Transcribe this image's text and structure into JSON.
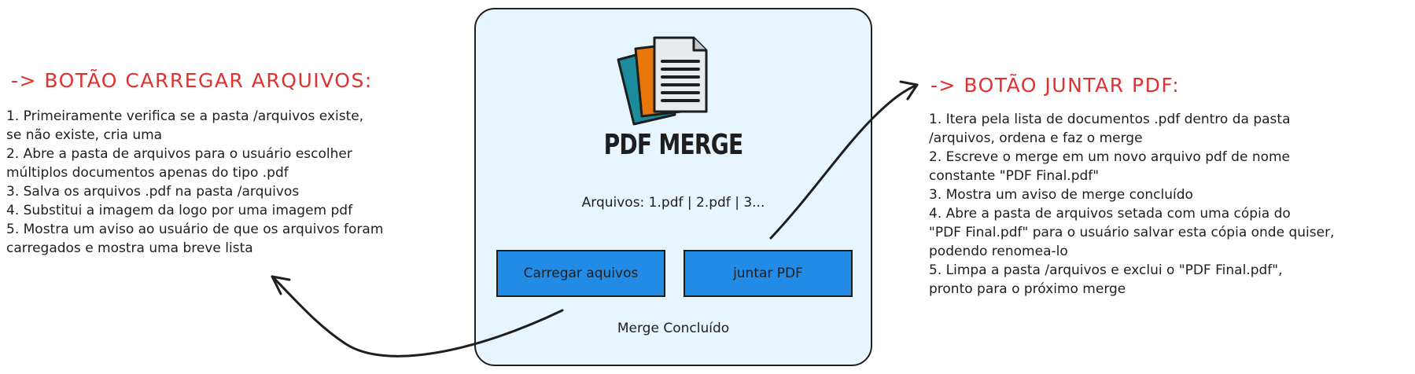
{
  "left_panel": {
    "heading": "-> BOTÃO CARREGAR ARQUIVOS:",
    "lines": [
      "1. Primeiramente verifica se a pasta /arquivos existe,",
      "se não existe, cria uma",
      "2. Abre a pasta de arquivos para o usuário escolher",
      " múltiplos documentos apenas do tipo .pdf",
      "3. Salva os arquivos .pdf na pasta /arquivos",
      "4. Substitui a imagem da logo por uma imagem pdf",
      "5. Mostra um aviso ao usuário de que os arquivos foram",
      "carregados e mostra uma breve lista"
    ]
  },
  "right_panel": {
    "heading": "-> BOTÃO JUNTAR PDF:",
    "lines": [
      "1. Itera pela lista de documentos .pdf dentro da pasta",
      "/arquivos, ordena e faz o merge",
      "2. Escreve o merge em um novo arquivo pdf de nome",
      "constante \"PDF Final.pdf\"",
      "3. Mostra um aviso de merge concluído",
      "4. Abre a pasta de arquivos setada com uma cópia do",
      "\"PDF Final.pdf\" para o usuário salvar esta cópia onde quiser,",
      "podendo renomea-lo",
      "5. Limpa a pasta /arquivos e exclui o \"PDF Final.pdf\",",
      "pronto para o próximo merge"
    ]
  },
  "app": {
    "logo_text": "PDF MERGE",
    "logo_icon": "stacked-documents-icon",
    "files_label": "Arquivos: 1.pdf | 2.pdf | 3...",
    "upload_button_label": "Carregar aquivos",
    "merge_button_label": "juntar PDF",
    "status_label": "Merge Concluído"
  },
  "colors": {
    "heading": "#e03131",
    "window_bg": "#e7f5ff",
    "button_bg": "#228be6",
    "stroke": "#1e1e1e",
    "doc_teal": "#1c8c9c",
    "doc_orange": "#e8760a"
  }
}
